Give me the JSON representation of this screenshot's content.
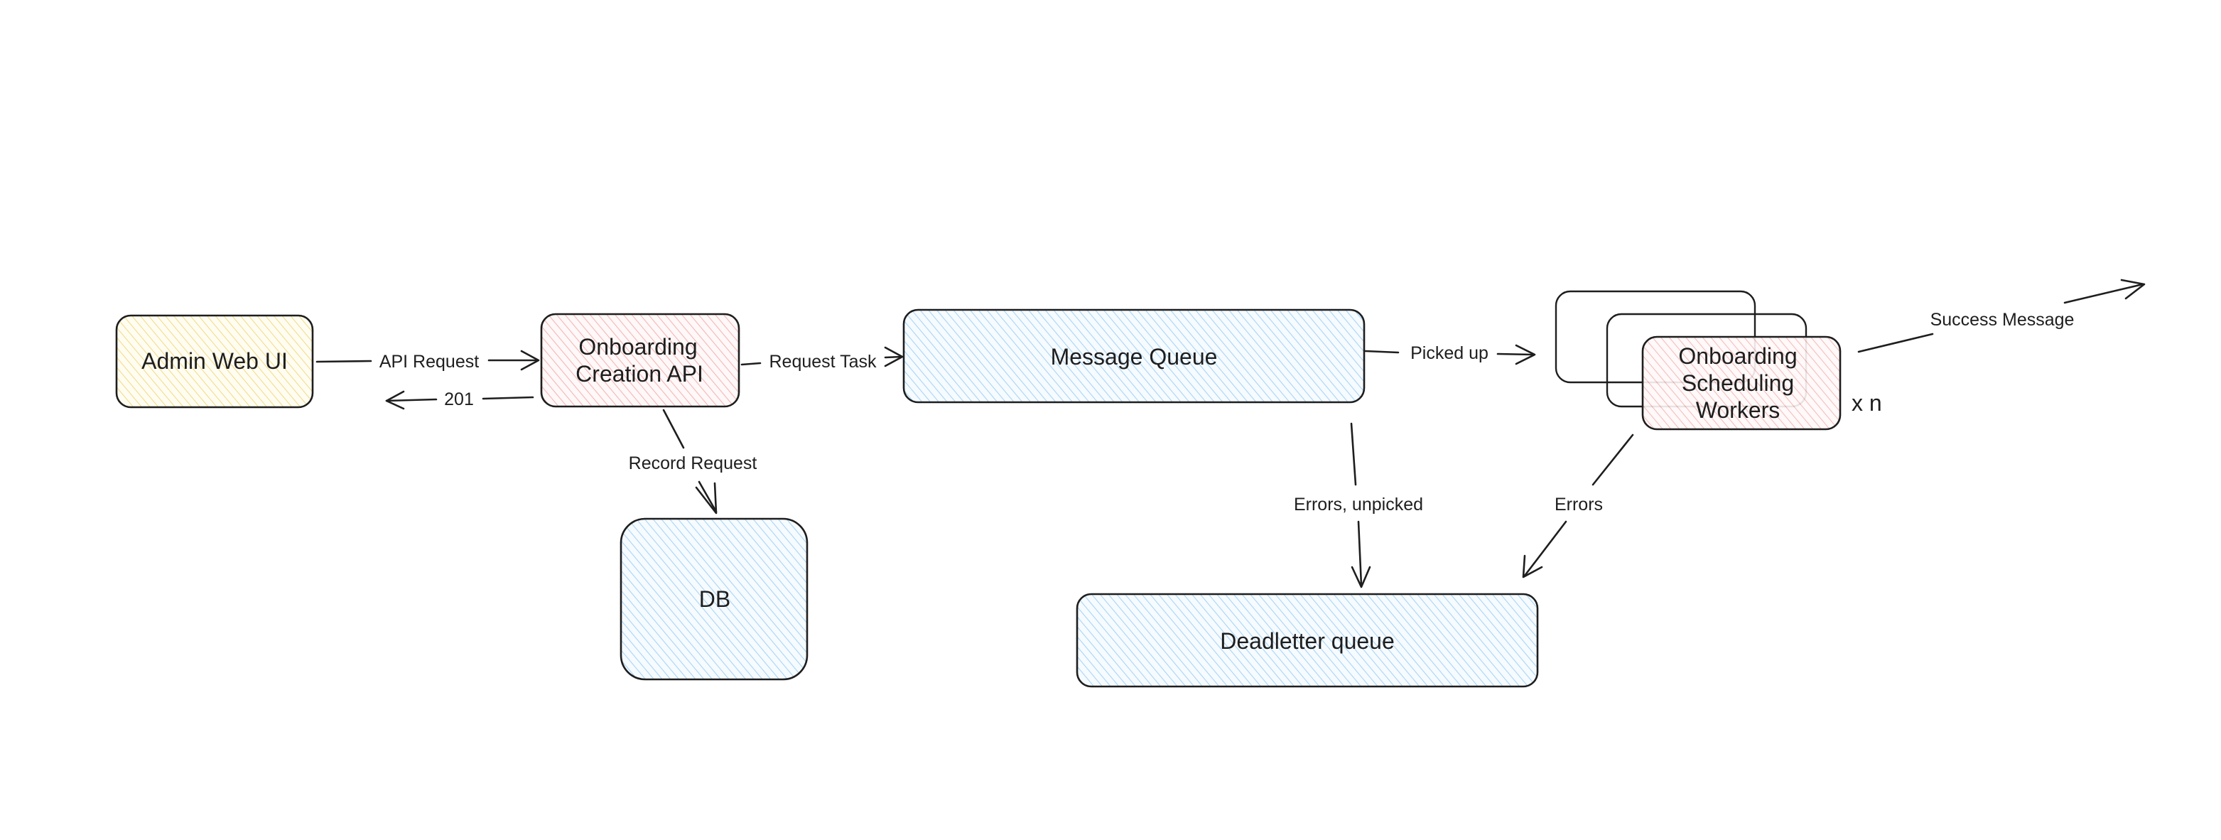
{
  "colors": {
    "stroke": "#1e1e1e",
    "yellow_fill": "#fff3bf",
    "red_fill": "#ffc9c9",
    "blue_fill": "#a5d8ff"
  },
  "nodes": {
    "admin_web_ui": {
      "label": "Admin Web UI",
      "fill": "yellow"
    },
    "onboarding_api": {
      "label_line1": "Onboarding",
      "label_line2": "Creation API",
      "fill": "red"
    },
    "message_queue": {
      "label": "Message Queue",
      "fill": "blue"
    },
    "workers": {
      "label_line1": "Onboarding",
      "label_line2": "Scheduling",
      "label_line3": "Workers",
      "fill": "red",
      "multiplier": "x n"
    },
    "db": {
      "label": "DB",
      "fill": "blue"
    },
    "deadletter_queue": {
      "label": "Deadletter queue",
      "fill": "blue"
    }
  },
  "edges": {
    "api_request": {
      "label": "API Request"
    },
    "response_201": {
      "label": "201"
    },
    "request_task": {
      "label": "Request Task"
    },
    "record_request": {
      "label": "Record Request"
    },
    "picked_up": {
      "label": "Picked up"
    },
    "success_message": {
      "label": "Success Message"
    },
    "errors_unpicked": {
      "label": "Errors, unpicked"
    },
    "errors": {
      "label": "Errors"
    }
  }
}
